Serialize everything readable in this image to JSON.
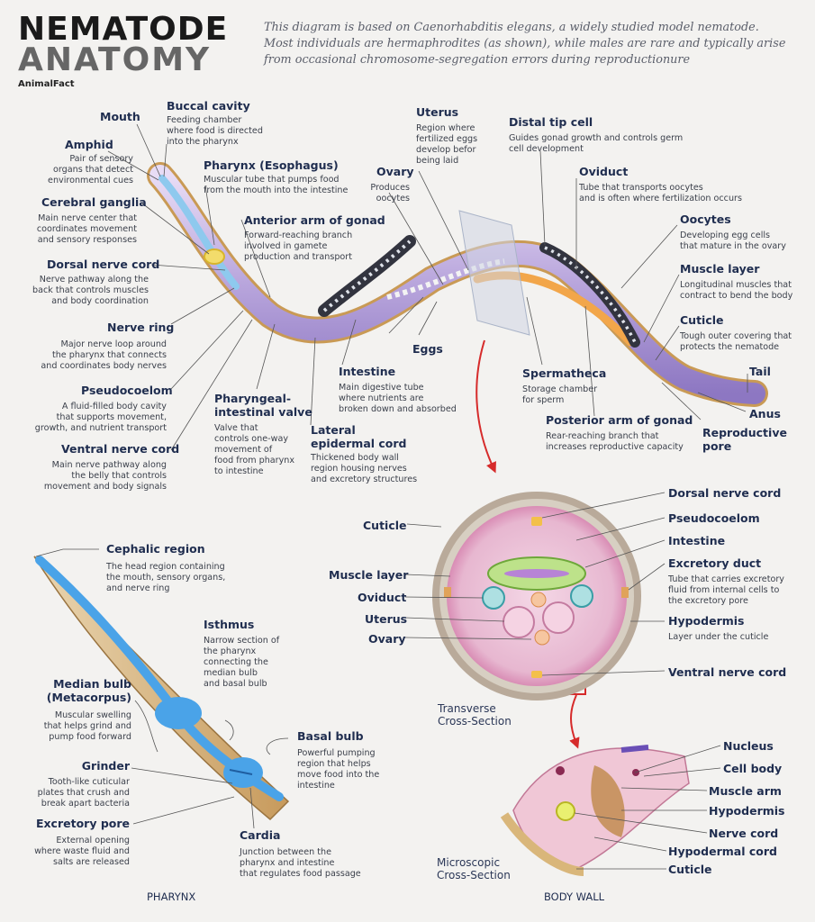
{
  "title": {
    "line1": "NEMATODE",
    "line2": "ANATOMY",
    "brand": "AnimalFact"
  },
  "intro": "This diagram is based on Caenorhabditis elegans, a widely studied model nematode. Most individuals are hermaphrodites (as shown), while males are rare and typically arise from occasional chromosome-segregation errors during reproductionure",
  "whole_body": {
    "mouth": {
      "label": "Mouth"
    },
    "buccal": {
      "label": "Buccal cavity",
      "desc": "Feeding chamber\nwhere food is directed\ninto the pharynx"
    },
    "amphid": {
      "label": "Amphid",
      "desc": "Pair of sensory\norgans that detect\nenvironmental cues"
    },
    "pharynx": {
      "label": "Pharynx (Esophagus)",
      "desc": "Muscular tube that pumps food\nfrom the mouth into the intestine"
    },
    "cerebral": {
      "label": "Cerebral ganglia",
      "desc": "Main nerve center that\ncoordinates movement\nand sensory responses"
    },
    "anterior": {
      "label": "Anterior arm of gonad",
      "desc": "Forward-reaching branch\ninvolved in gamete\nproduction and transport"
    },
    "dorsal": {
      "label": "Dorsal nerve cord",
      "desc": "Nerve pathway along the\nback that controls muscles\nand body coordination"
    },
    "nervering": {
      "label": "Nerve ring",
      "desc": "Major nerve loop around\nthe pharynx that connects\nand coordinates body nerves"
    },
    "pseudo": {
      "label": "Pseudocoelom",
      "desc": "A fluid-filled body cavity\nthat supports movement,\ngrowth, and nutrient transport"
    },
    "ventral": {
      "label": "Ventral nerve cord",
      "desc": "Main nerve pathway along\nthe belly that controls\nmovement and body signals"
    },
    "piv": {
      "label": "Pharyngeal-\nintestinal valve",
      "desc": "Valve that\ncontrols one-way\nmovement of\nfood from pharynx\nto intestine"
    },
    "lateral": {
      "label": "Lateral\nepidermal cord",
      "desc": "Thickened body wall\nregion housing nerves\nand excretory structures"
    },
    "intestine": {
      "label": "Intestine",
      "desc": "Main digestive tube\nwhere nutrients are\nbroken down and absorbed"
    },
    "eggs": {
      "label": "Eggs"
    },
    "ovary": {
      "label": "Ovary",
      "desc": "Produces\noocytes"
    },
    "uterus": {
      "label": "Uterus",
      "desc": "Region where\nfertilized eggs\ndevelop befor\nbeing laid"
    },
    "dtc": {
      "label": "Distal tip cell",
      "desc": "Guides gonad growth and controls germ\ncell development"
    },
    "oviduct": {
      "label": "Oviduct",
      "desc": "Tube that transports oocytes\nand is often where fertilization occurs"
    },
    "oocytes": {
      "label": "Oocytes",
      "desc": "Developing egg cells\nthat mature in the ovary"
    },
    "muscle": {
      "label": "Muscle layer",
      "desc": "Longitudinal muscles that\ncontract to bend the body"
    },
    "cuticle": {
      "label": "Cuticle",
      "desc": "Tough outer covering that\nprotects the nematode"
    },
    "tail": {
      "label": "Tail"
    },
    "anus": {
      "label": "Anus"
    },
    "repro": {
      "label": "Reproductive\npore"
    },
    "sperm": {
      "label": "Spermatheca",
      "desc": "Storage chamber\nfor sperm"
    },
    "posterior": {
      "label": "Posterior arm of gonad",
      "desc": "Rear-reaching branch that\nincreases reproductive capacity"
    }
  },
  "cross_section": {
    "caption": "Transverse\nCross-Section",
    "left": [
      "Cuticle",
      "Muscle layer",
      "Oviduct",
      "Uterus",
      "Ovary"
    ],
    "right": {
      "dorsal": "Dorsal nerve cord",
      "pseudo": "Pseudocoelom",
      "intestine": "Intestine",
      "excretory": {
        "label": "Excretory duct",
        "desc": "Tube that carries excretory\nfluid from internal cells to\nthe excretory pore"
      },
      "hypodermis": {
        "label": "Hypodermis",
        "desc": "Layer under the cuticle"
      },
      "ventral": "Ventral nerve cord"
    }
  },
  "pharynx_section": {
    "heading": "PHARYNX",
    "cephalic": {
      "label": "Cephalic region",
      "desc": "The head region containing\nthe mouth, sensory organs,\nand nerve ring"
    },
    "isthmus": {
      "label": "Isthmus",
      "desc": "Narrow section of\nthe pharynx\nconnecting the\nmedian bulb\nand basal bulb"
    },
    "median": {
      "label": "Median bulb\n(Metacorpus)",
      "desc": "Muscular swelling\nthat helps grind and\npump food forward"
    },
    "basal": {
      "label": "Basal bulb",
      "desc": "Powerful pumping\nregion that helps\nmove food into the\nintestine"
    },
    "grinder": {
      "label": "Grinder",
      "desc": "Tooth-like cuticular\nplates that crush and\nbreak apart bacteria"
    },
    "cardia": {
      "label": "Cardia",
      "desc": "Junction between the\npharynx and intestine\nthat regulates food passage"
    },
    "excretory": {
      "label": "Excretory pore",
      "desc": "External opening\nwhere waste fluid and\nsalts are released"
    }
  },
  "body_wall": {
    "heading": "BODY WALL",
    "caption": "Microscopic\nCross-Section",
    "labels": [
      "Nucleus",
      "Cell body",
      "Muscle arm",
      "Hypodermis",
      "Nerve cord",
      "Hypodermal cord",
      "Cuticle"
    ]
  },
  "colors": {
    "navy": "#1f2d4f",
    "accent_red": "#d62b2b",
    "body_purple": "#b9a6dd",
    "gonad_orange": "#f2a64a"
  }
}
